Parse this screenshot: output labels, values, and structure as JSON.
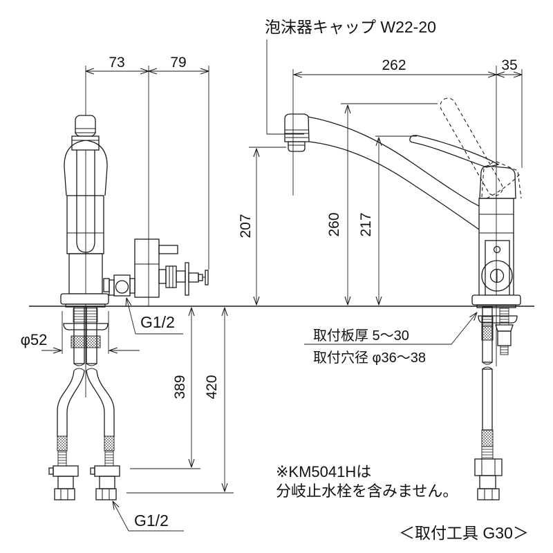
{
  "drawing": {
    "title_model_note": "※KM5041Hは 分岐止水栓を含みません。",
    "annotations": {
      "aerator_cap": "泡沫器キャップ W22-20",
      "thread_size_top": "G1/2",
      "thread_size_bottom": "G1/2",
      "mounting_thickness": "取付板厚 5〜30",
      "mounting_hole": "取付穴径 φ36〜38",
      "note_line1": "※KM5041Hは",
      "note_line2": "分岐止水栓を含みません。",
      "mounting_tool": "＜取付工具 G30＞"
    },
    "dimensions": {
      "center_to_valve": "73",
      "valve_to_outlet": "79",
      "spout_reach": "262",
      "handle_offset": "35",
      "spout_outlet_height": "207",
      "handle_up_height": "260",
      "handle_height": "217",
      "hose_length": "389",
      "under_total_length": "420",
      "base_diameter": "φ52"
    },
    "colors": {
      "line": "#1a1a1a",
      "background": "#ffffff"
    }
  }
}
